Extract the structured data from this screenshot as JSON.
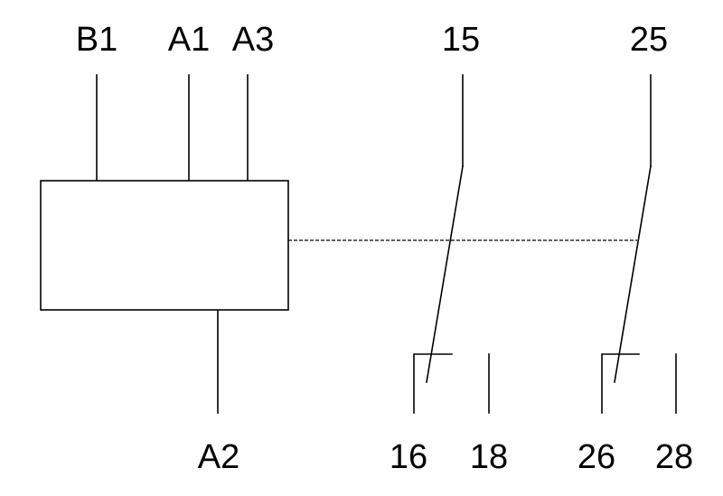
{
  "coil": {
    "terminals": {
      "b1": "B1",
      "a1": "A1",
      "a3": "A3",
      "a2": "A2"
    }
  },
  "contact_1": {
    "common": "15",
    "normally_closed": "16",
    "normally_open": "18"
  },
  "contact_2": {
    "common": "25",
    "normally_closed": "26",
    "normally_open": "28"
  }
}
